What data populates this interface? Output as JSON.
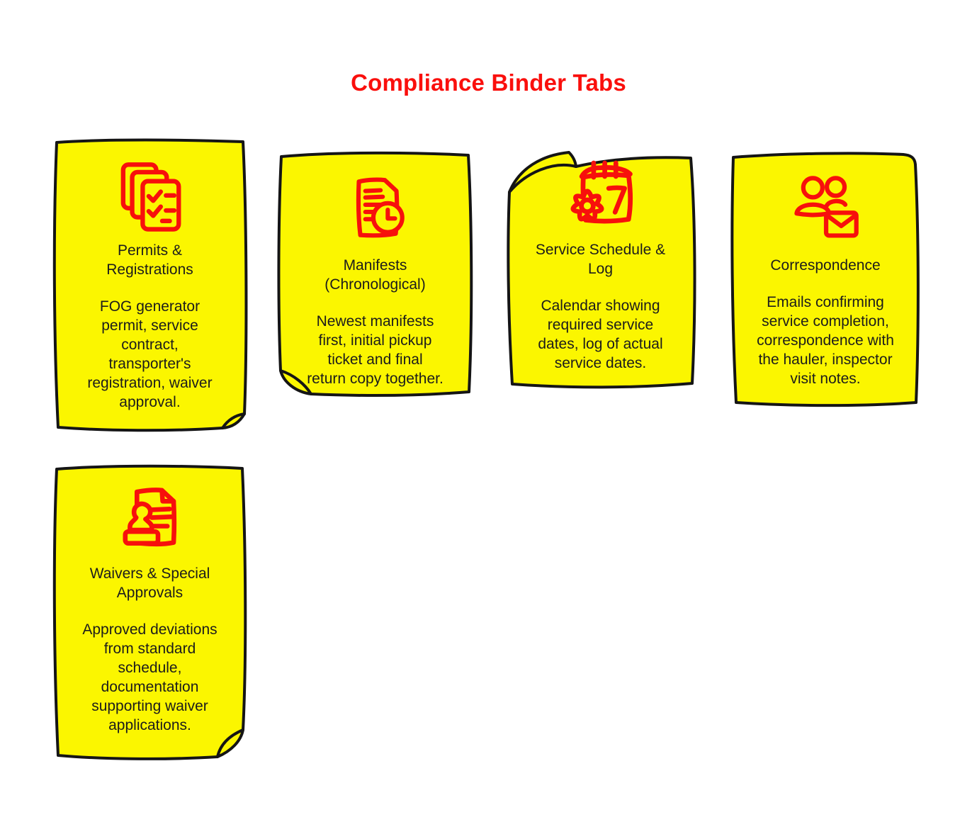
{
  "page_title": "Compliance Binder Tabs",
  "colors": {
    "accent_red": "#fa0f0c",
    "note_yellow": "#fbf600",
    "ink_black": "#151515",
    "text_black": "#1c1c1c",
    "background": "#ffffff"
  },
  "notes": [
    {
      "id": "permits-registrations",
      "icon": "documents-checklist-icon",
      "title": "Permits &\nRegistrations",
      "body": "FOG generator\npermit, service\ncontract,\ntransporter's\nregistration, waiver\napproval."
    },
    {
      "id": "manifests-chronological",
      "icon": "document-clock-icon",
      "title": "Manifests\n(Chronological)",
      "body": "Newest manifests\nfirst, initial pickup\nticket and final\nreturn copy together."
    },
    {
      "id": "service-schedule-log",
      "icon": "calendar-gear-icon",
      "title": "Service Schedule &\nLog",
      "body": "Calendar showing\nrequired service\ndates, log of actual\nservice dates."
    },
    {
      "id": "correspondence",
      "icon": "people-mail-icon",
      "title": "Correspondence",
      "body": "Emails confirming\nservice completion,\ncorrespondence with\nthe hauler, inspector\nvisit notes."
    },
    {
      "id": "waivers-special-approvals",
      "icon": "stamp-document-icon",
      "title": "Waivers & Special\nApprovals",
      "body": "Approved deviations\nfrom standard\nschedule,\ndocumentation\nsupporting waiver\napplications."
    }
  ]
}
